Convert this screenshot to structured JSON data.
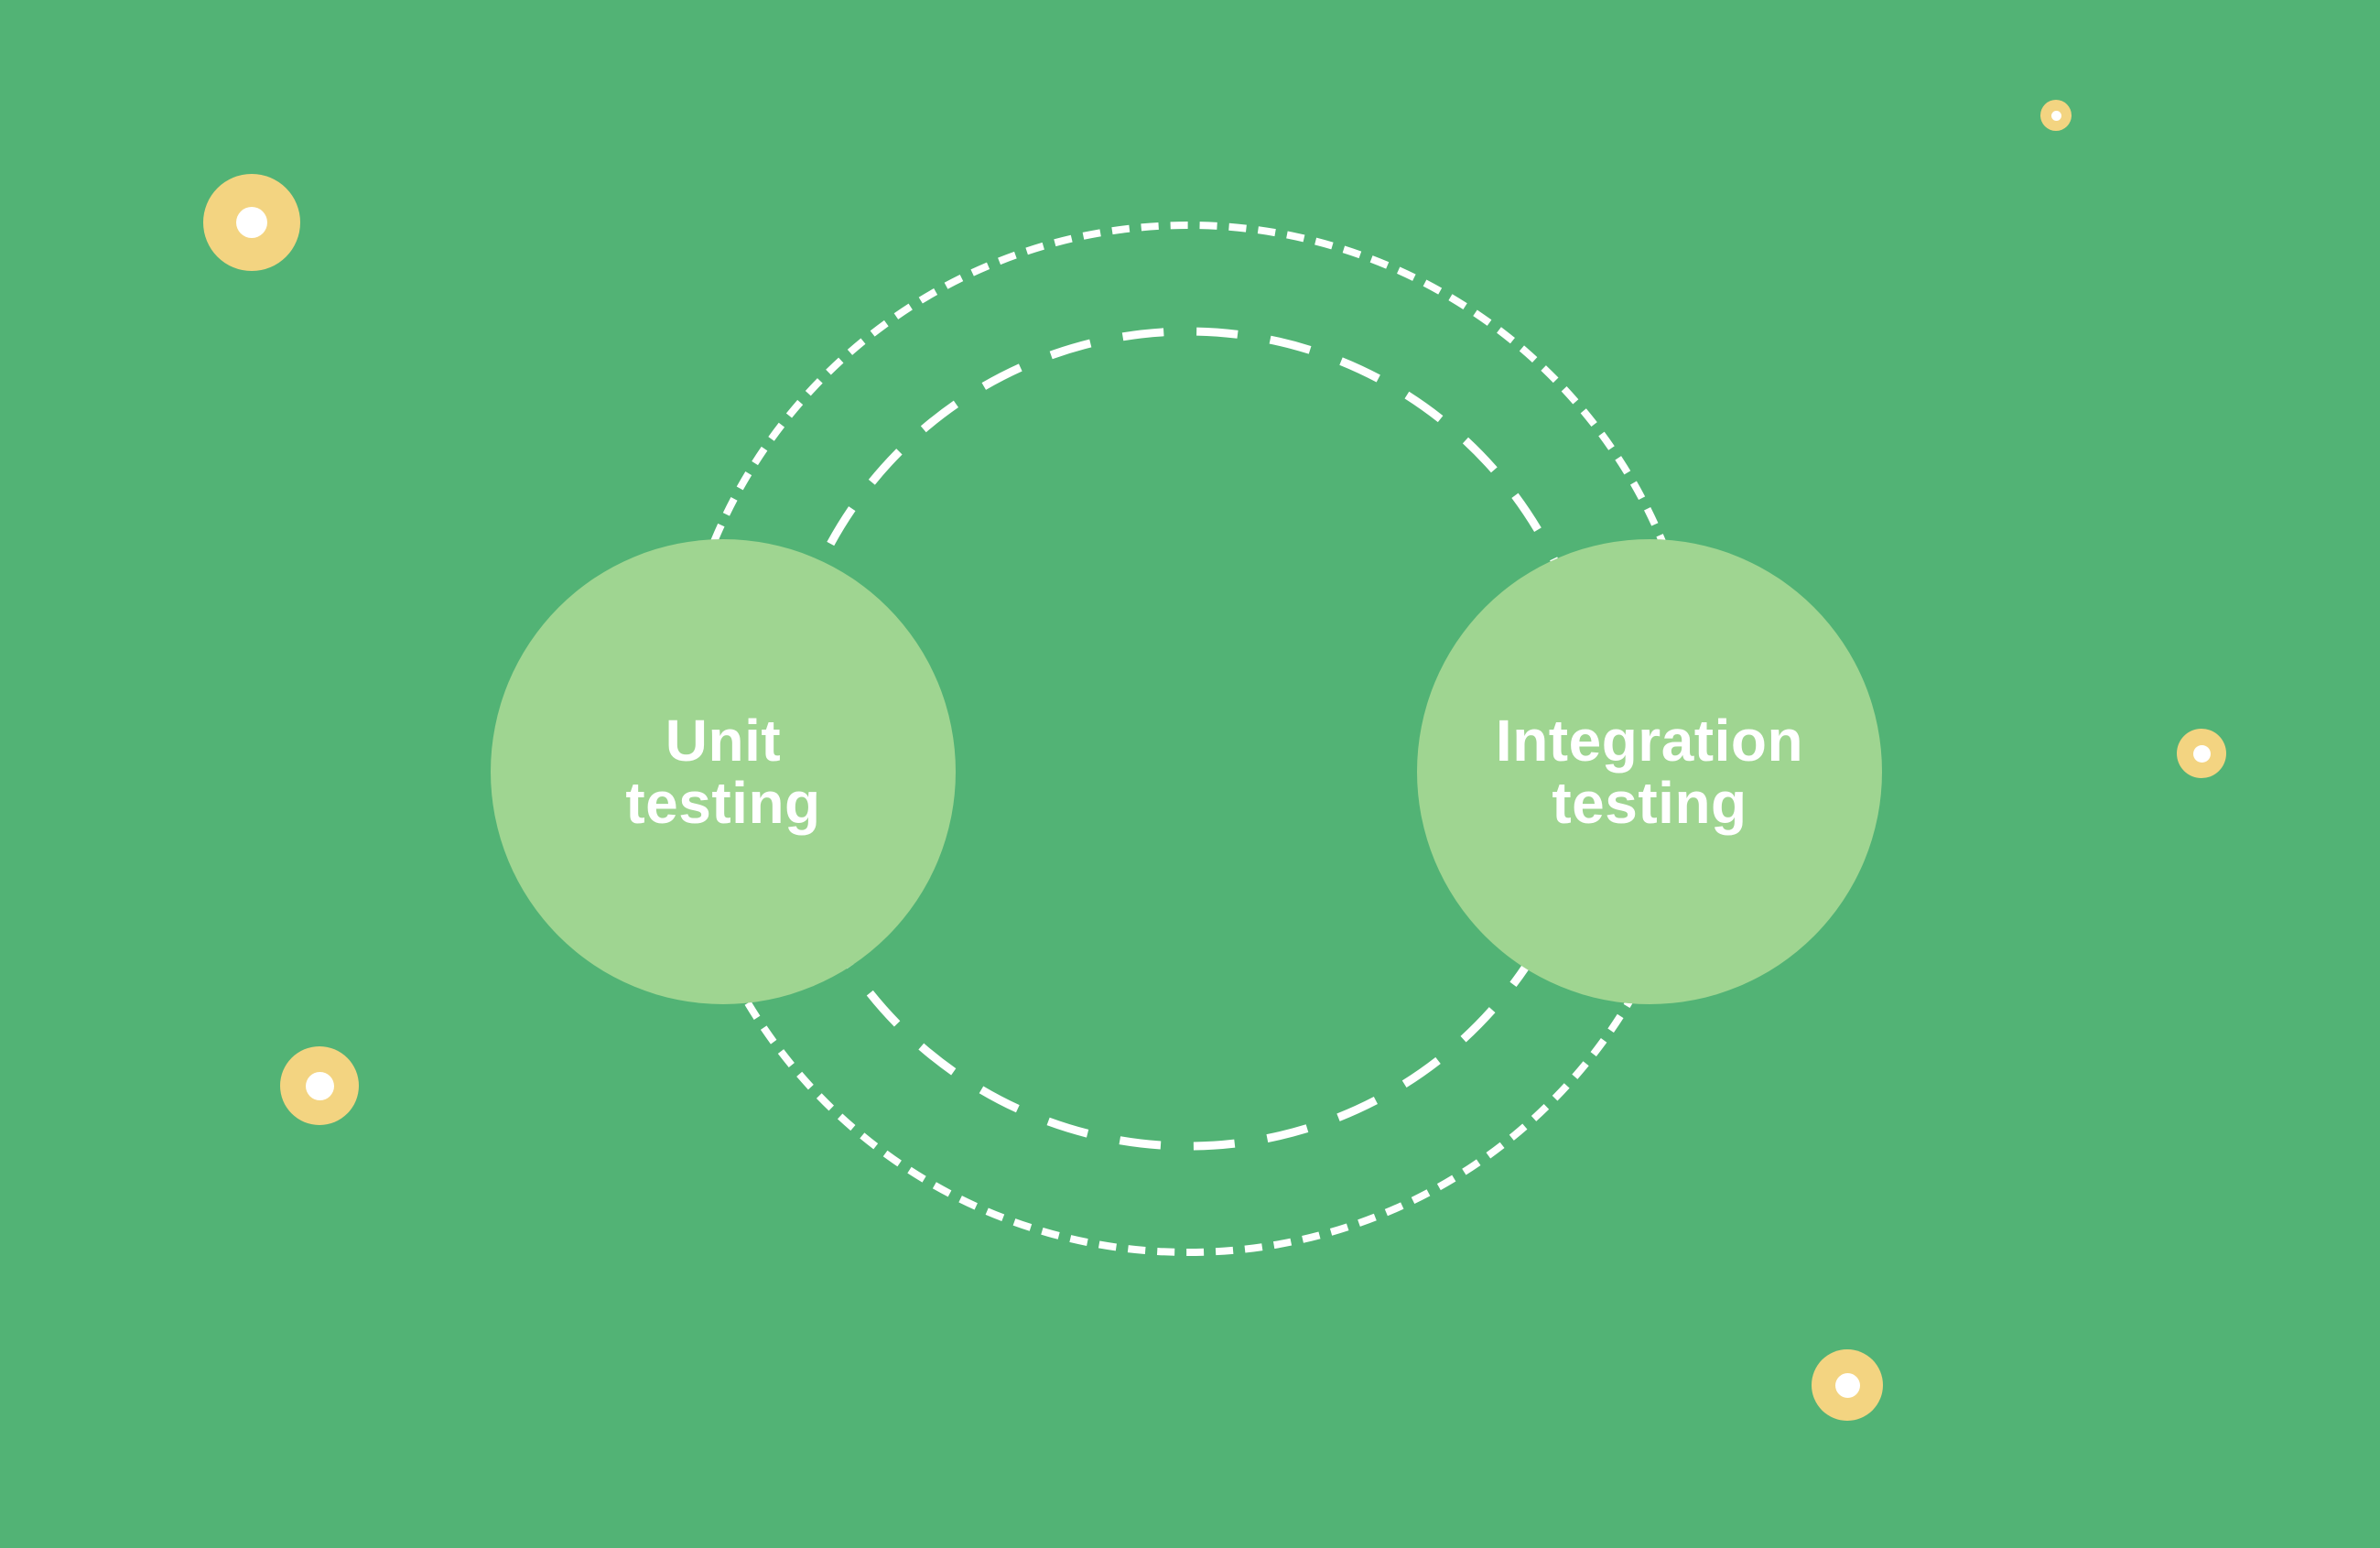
{
  "colors": {
    "background": "#52b375",
    "node_fill": "#9fd591",
    "node_text": "#ffffff",
    "ring_stroke": "#ffffff",
    "dot_fill": "#f3d481",
    "dot_center": "#ffffff"
  },
  "diagram": {
    "nodes": [
      {
        "id": "unit-testing",
        "label": "Unit\ntesting"
      },
      {
        "id": "integration-testing",
        "label": "Integration\ntesting"
      }
    ],
    "rings": [
      {
        "id": "outer-ring",
        "style": "dotted"
      },
      {
        "id": "inner-ring",
        "style": "dashed"
      }
    ]
  }
}
